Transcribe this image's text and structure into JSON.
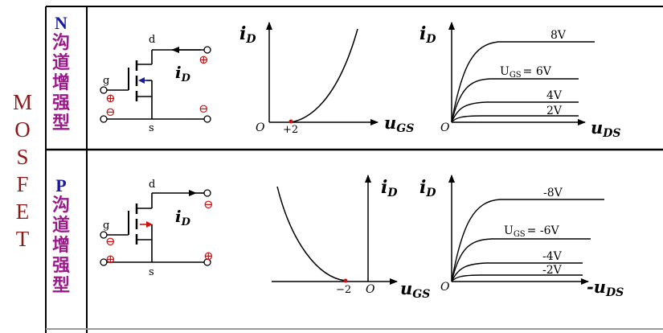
{
  "side_title": [
    "M",
    "O",
    "S",
    "F",
    "E",
    "T"
  ],
  "n_channel": {
    "letter": "N",
    "chars": [
      "沟",
      "道",
      "增",
      "强",
      "型"
    ],
    "terminal_d": "d",
    "terminal_g": "g",
    "terminal_s": "s",
    "current_i": "i",
    "current_sub": "D",
    "plus": "⊕",
    "minus": "⊖",
    "transfer": {
      "y_label": "i",
      "y_sub": "D",
      "x_label": "u",
      "x_sub": "GS",
      "origin": "O",
      "threshold": "+2"
    },
    "output": {
      "y_label": "i",
      "y_sub": "D",
      "x_label": "u",
      "x_sub": "DS",
      "origin": "O",
      "curves": [
        "8V",
        "U",
        "GS",
        "= 6V",
        "4V",
        "2V"
      ]
    }
  },
  "p_channel": {
    "letter": "P",
    "chars": [
      "沟",
      "道",
      "增",
      "强",
      "型"
    ],
    "terminal_d": "d",
    "terminal_g": "g",
    "terminal_s": "s",
    "current_i": "i",
    "current_sub": "D",
    "plus": "⊕",
    "minus": "⊖",
    "transfer": {
      "y_label": "i",
      "y_sub": "D",
      "x_label": "u",
      "x_sub": "GS",
      "origin": "O",
      "threshold": "−2"
    },
    "output": {
      "y_label": "i",
      "y_sub": "D",
      "x_label": "-u",
      "x_sub": "DS",
      "origin": "O",
      "curves": [
        "-8V",
        "U",
        "GS",
        "= -6V",
        "-4V",
        "-2V"
      ]
    }
  },
  "colors": {
    "line": "#000000",
    "red": "#d01010",
    "blue": "#1a1aa0",
    "purple": "#9b1a8a",
    "maroon": "#8b1a1a"
  }
}
